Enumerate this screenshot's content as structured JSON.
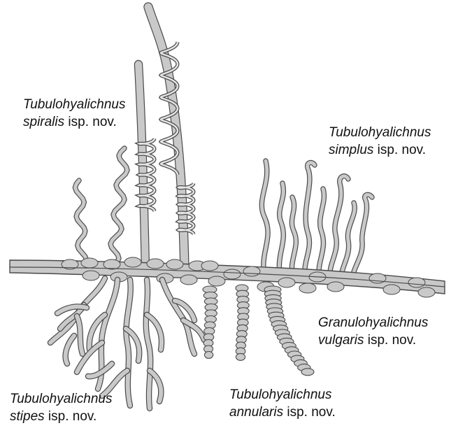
{
  "labels": {
    "spiralis": {
      "genus": "Tubulohyalichnus",
      "species": "spiralis",
      "suffix": " isp. nov."
    },
    "simplus": {
      "genus": "Tubulohyalichnus",
      "species": "simplus",
      "suffix": " isp. nov."
    },
    "vulgaris": {
      "genus": "Granulohyalichnus",
      "species": "vulgaris",
      "suffix": " isp. nov."
    },
    "stipes": {
      "genus": "Tubulohyalichnus",
      "species": "stipes",
      "suffix": " isp. nov."
    },
    "annularis": {
      "genus": "Tubulohyalichnus",
      "species": "annularis",
      "suffix": " isp. nov."
    }
  },
  "colors": {
    "fill": "#c9c9c9",
    "fill_light": "#e4e4e4",
    "stroke": "#4a4a4a",
    "text": "#111111"
  }
}
